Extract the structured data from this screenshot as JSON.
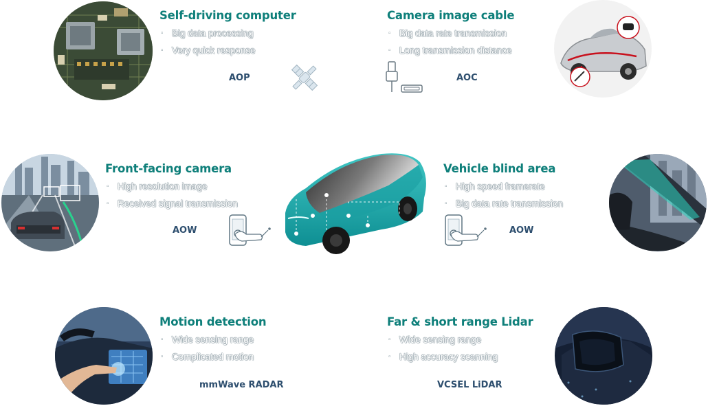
{
  "features": {
    "self_driving": {
      "title": "Self-driving computer",
      "bullets": [
        "Big data processing",
        "Very quick response"
      ],
      "tag": "AOP"
    },
    "camera_cable": {
      "title": "Camera image cable",
      "bullets": [
        "Big data rate transmission",
        "Long transmission distance"
      ],
      "tag": "AOC"
    },
    "front_camera": {
      "title": "Front-facing camera",
      "bullets": [
        "High resolution image",
        "Received signal transmission"
      ],
      "tag": "AOW"
    },
    "blind_area": {
      "title": "Vehicle blind area",
      "bullets": [
        "High speed framerate",
        "Big data rate transmission"
      ],
      "tag": "AOW"
    },
    "motion": {
      "title": "Motion detection",
      "bullets": [
        "Wide sensing range",
        "Complicated motion"
      ],
      "tag": "mmWave RADAR"
    },
    "lidar": {
      "title": "Far & short range Lidar",
      "bullets": [
        "Wide sensing range",
        "High accuracy scanning"
      ],
      "tag": "VCSEL LiDAR"
    }
  },
  "colors": {
    "title": "#0e7f7a",
    "tag": "#2d4e6e",
    "car": "#1aa6a8"
  },
  "icons": [
    "circuit-board-icon",
    "satellite-icon",
    "usb-cable-icon",
    "car-cutaway-icon",
    "city-road-icon",
    "phone-touch-icon",
    "phone-touch-icon",
    "car-pillar-icon",
    "hand-touchscreen-icon",
    "lidar-sensor-icon",
    "center-car-icon"
  ]
}
